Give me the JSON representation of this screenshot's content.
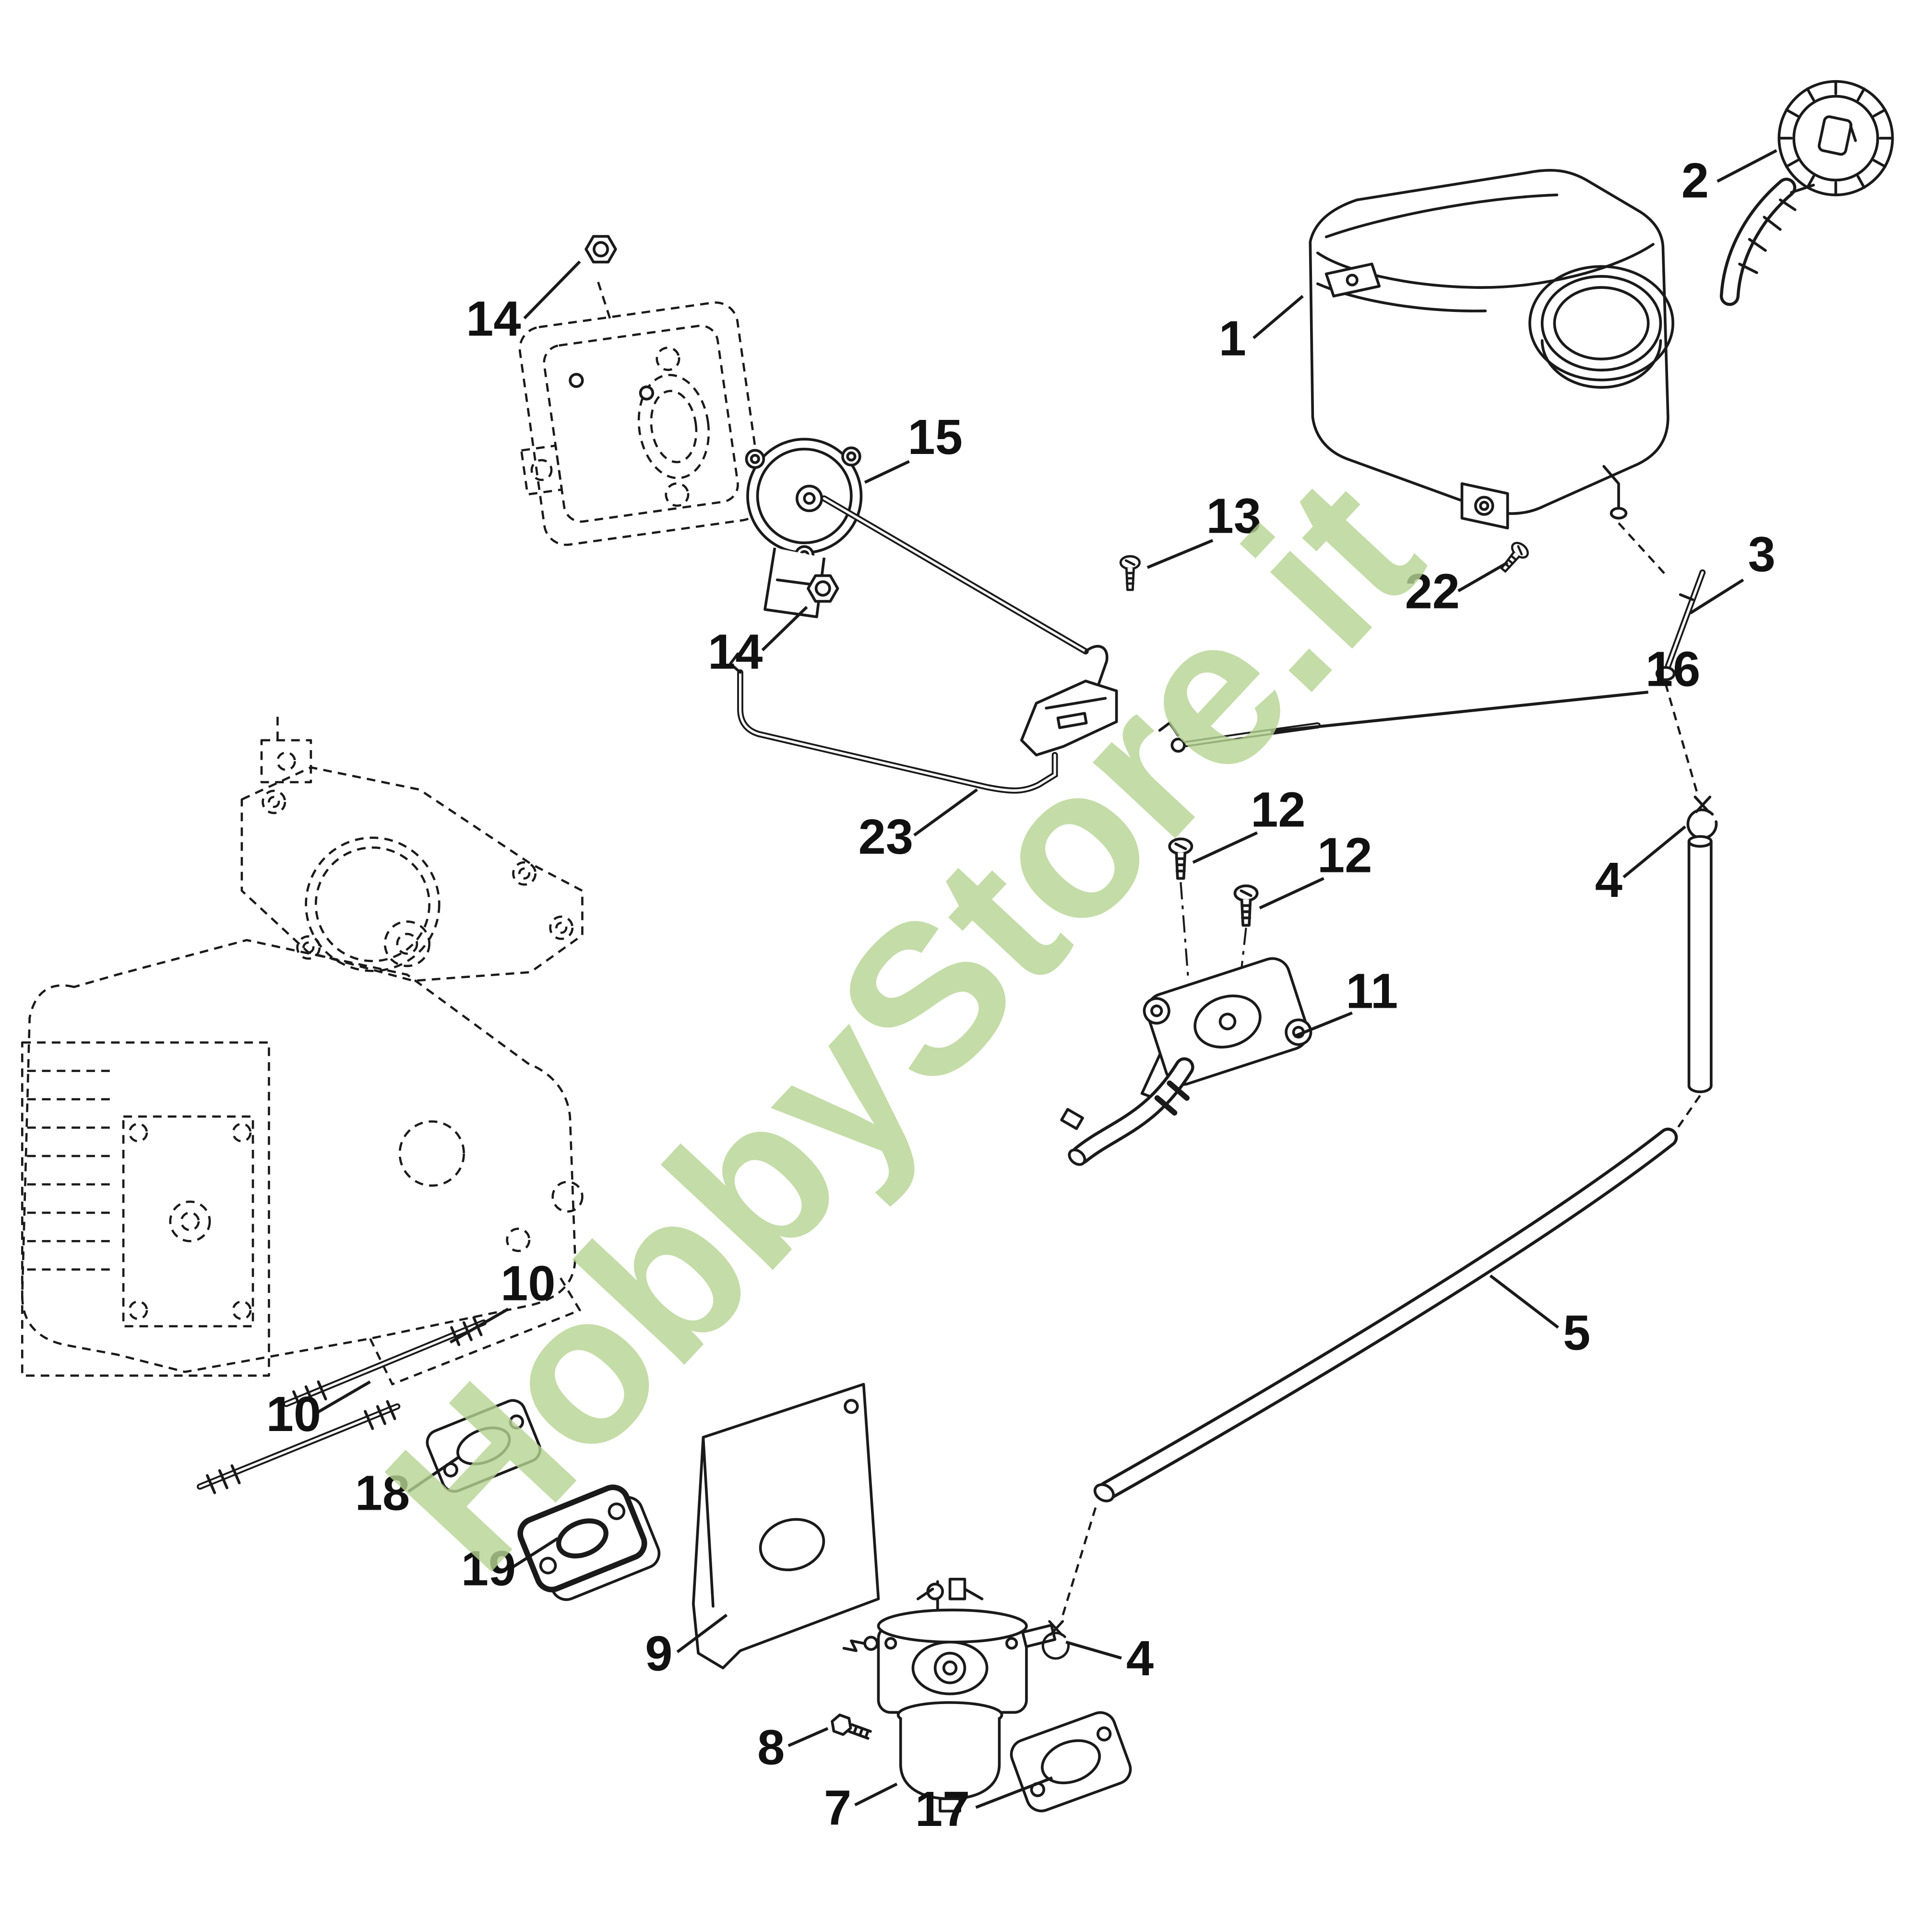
{
  "diagram": {
    "background": "#ffffff",
    "line_color": "#1a1a1a",
    "watermark": {
      "text": "HobbyStore.it",
      "color": "#b6d493"
    },
    "labels": [
      {
        "text": "14"
      },
      {
        "text": "15"
      },
      {
        "text": "14"
      },
      {
        "text": "1"
      },
      {
        "text": "2"
      },
      {
        "text": "13"
      },
      {
        "text": "22"
      },
      {
        "text": "3"
      },
      {
        "text": "16"
      },
      {
        "text": "23"
      },
      {
        "text": "12"
      },
      {
        "text": "12"
      },
      {
        "text": "11"
      },
      {
        "text": "4"
      },
      {
        "text": "5"
      },
      {
        "text": "10"
      },
      {
        "text": "10"
      },
      {
        "text": "18"
      },
      {
        "text": "19"
      },
      {
        "text": "9"
      },
      {
        "text": "8"
      },
      {
        "text": "7"
      },
      {
        "text": "17"
      },
      {
        "text": "4"
      }
    ]
  }
}
